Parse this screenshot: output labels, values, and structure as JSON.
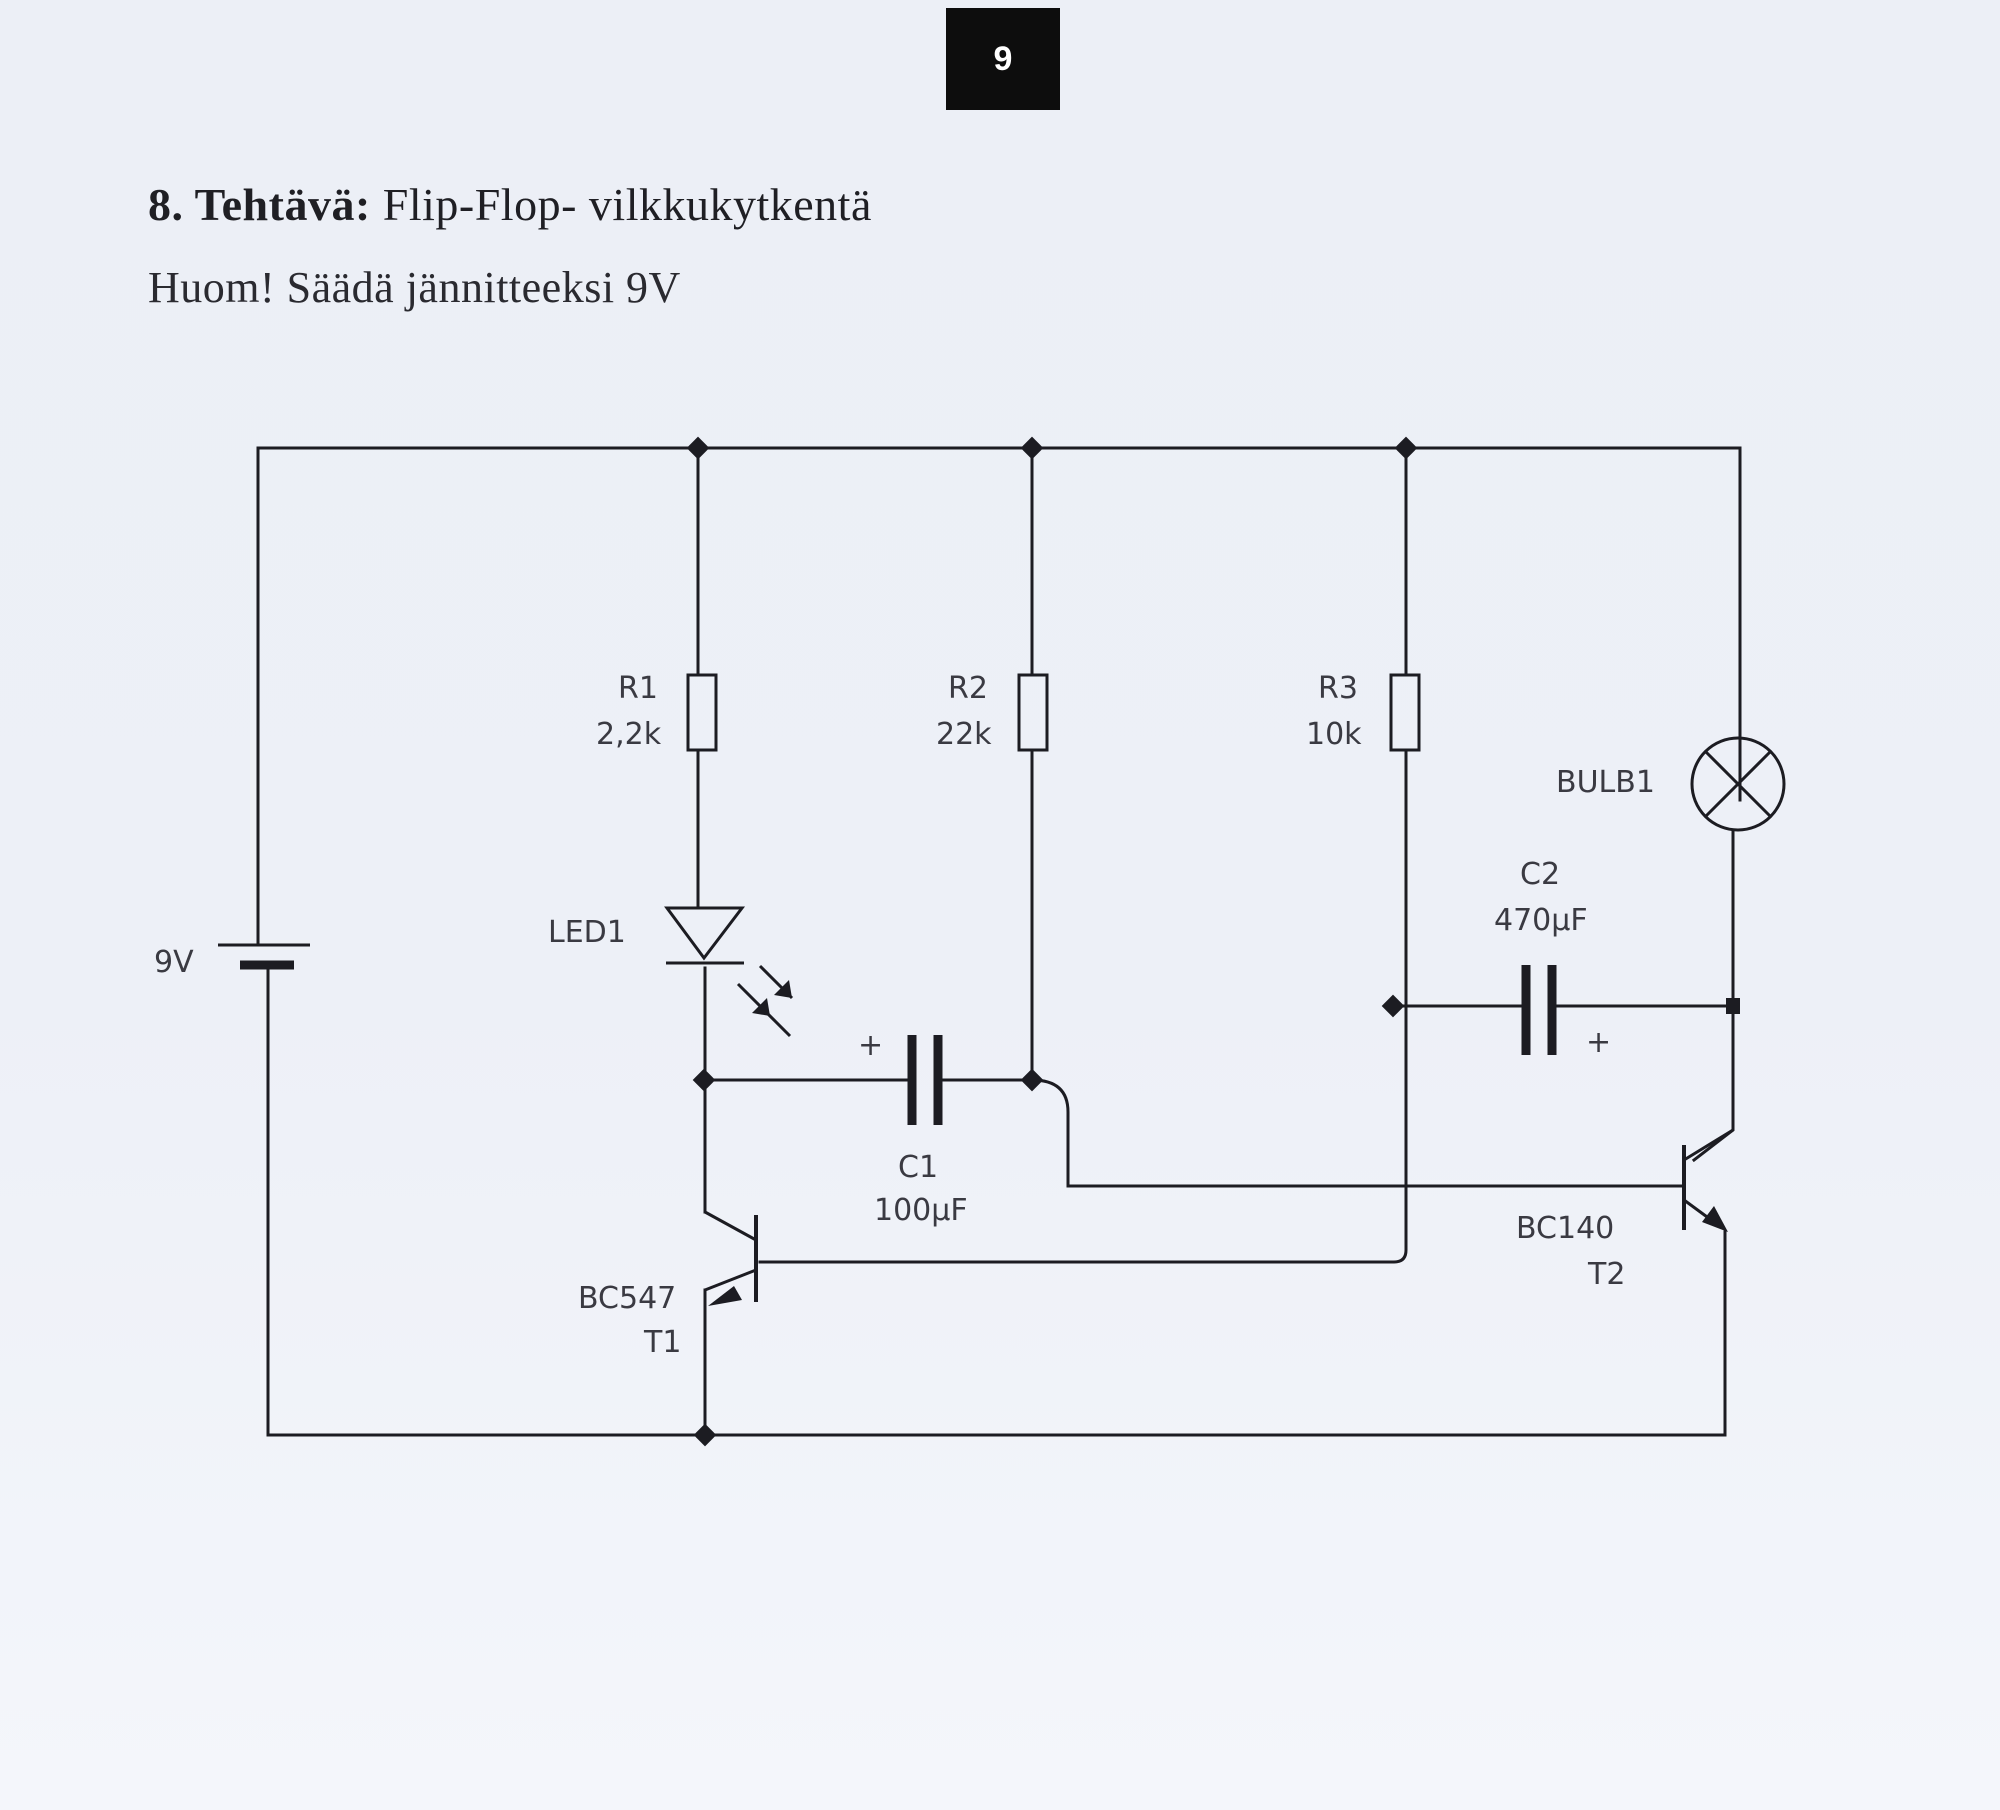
{
  "page_number": "9",
  "task": {
    "number_label": "8. Tehtävä:",
    "title_text": "Flip-Flop- vilkkukytkentä",
    "note": "Huom! Säädä jännitteeksi 9V"
  },
  "circuit": {
    "battery": {
      "label": "9V"
    },
    "r1": {
      "name": "R1",
      "value": "2,2k"
    },
    "r2": {
      "name": "R2",
      "value": "22k"
    },
    "r3": {
      "name": "R3",
      "value": "10k"
    },
    "led": {
      "name": "LED1"
    },
    "bulb": {
      "name": "BULB1"
    },
    "c1": {
      "name": "C1",
      "value": "100µF",
      "polarity": "+"
    },
    "c2": {
      "name": "C2",
      "value": "470µF",
      "polarity": "+"
    },
    "t1": {
      "type": "BC547",
      "name": "T1"
    },
    "t2": {
      "type": "BC140",
      "name": "T2"
    },
    "colors": {
      "ink": "#1c1c22",
      "label": "#3a3a42",
      "badge": "#0d0d0d"
    }
  }
}
